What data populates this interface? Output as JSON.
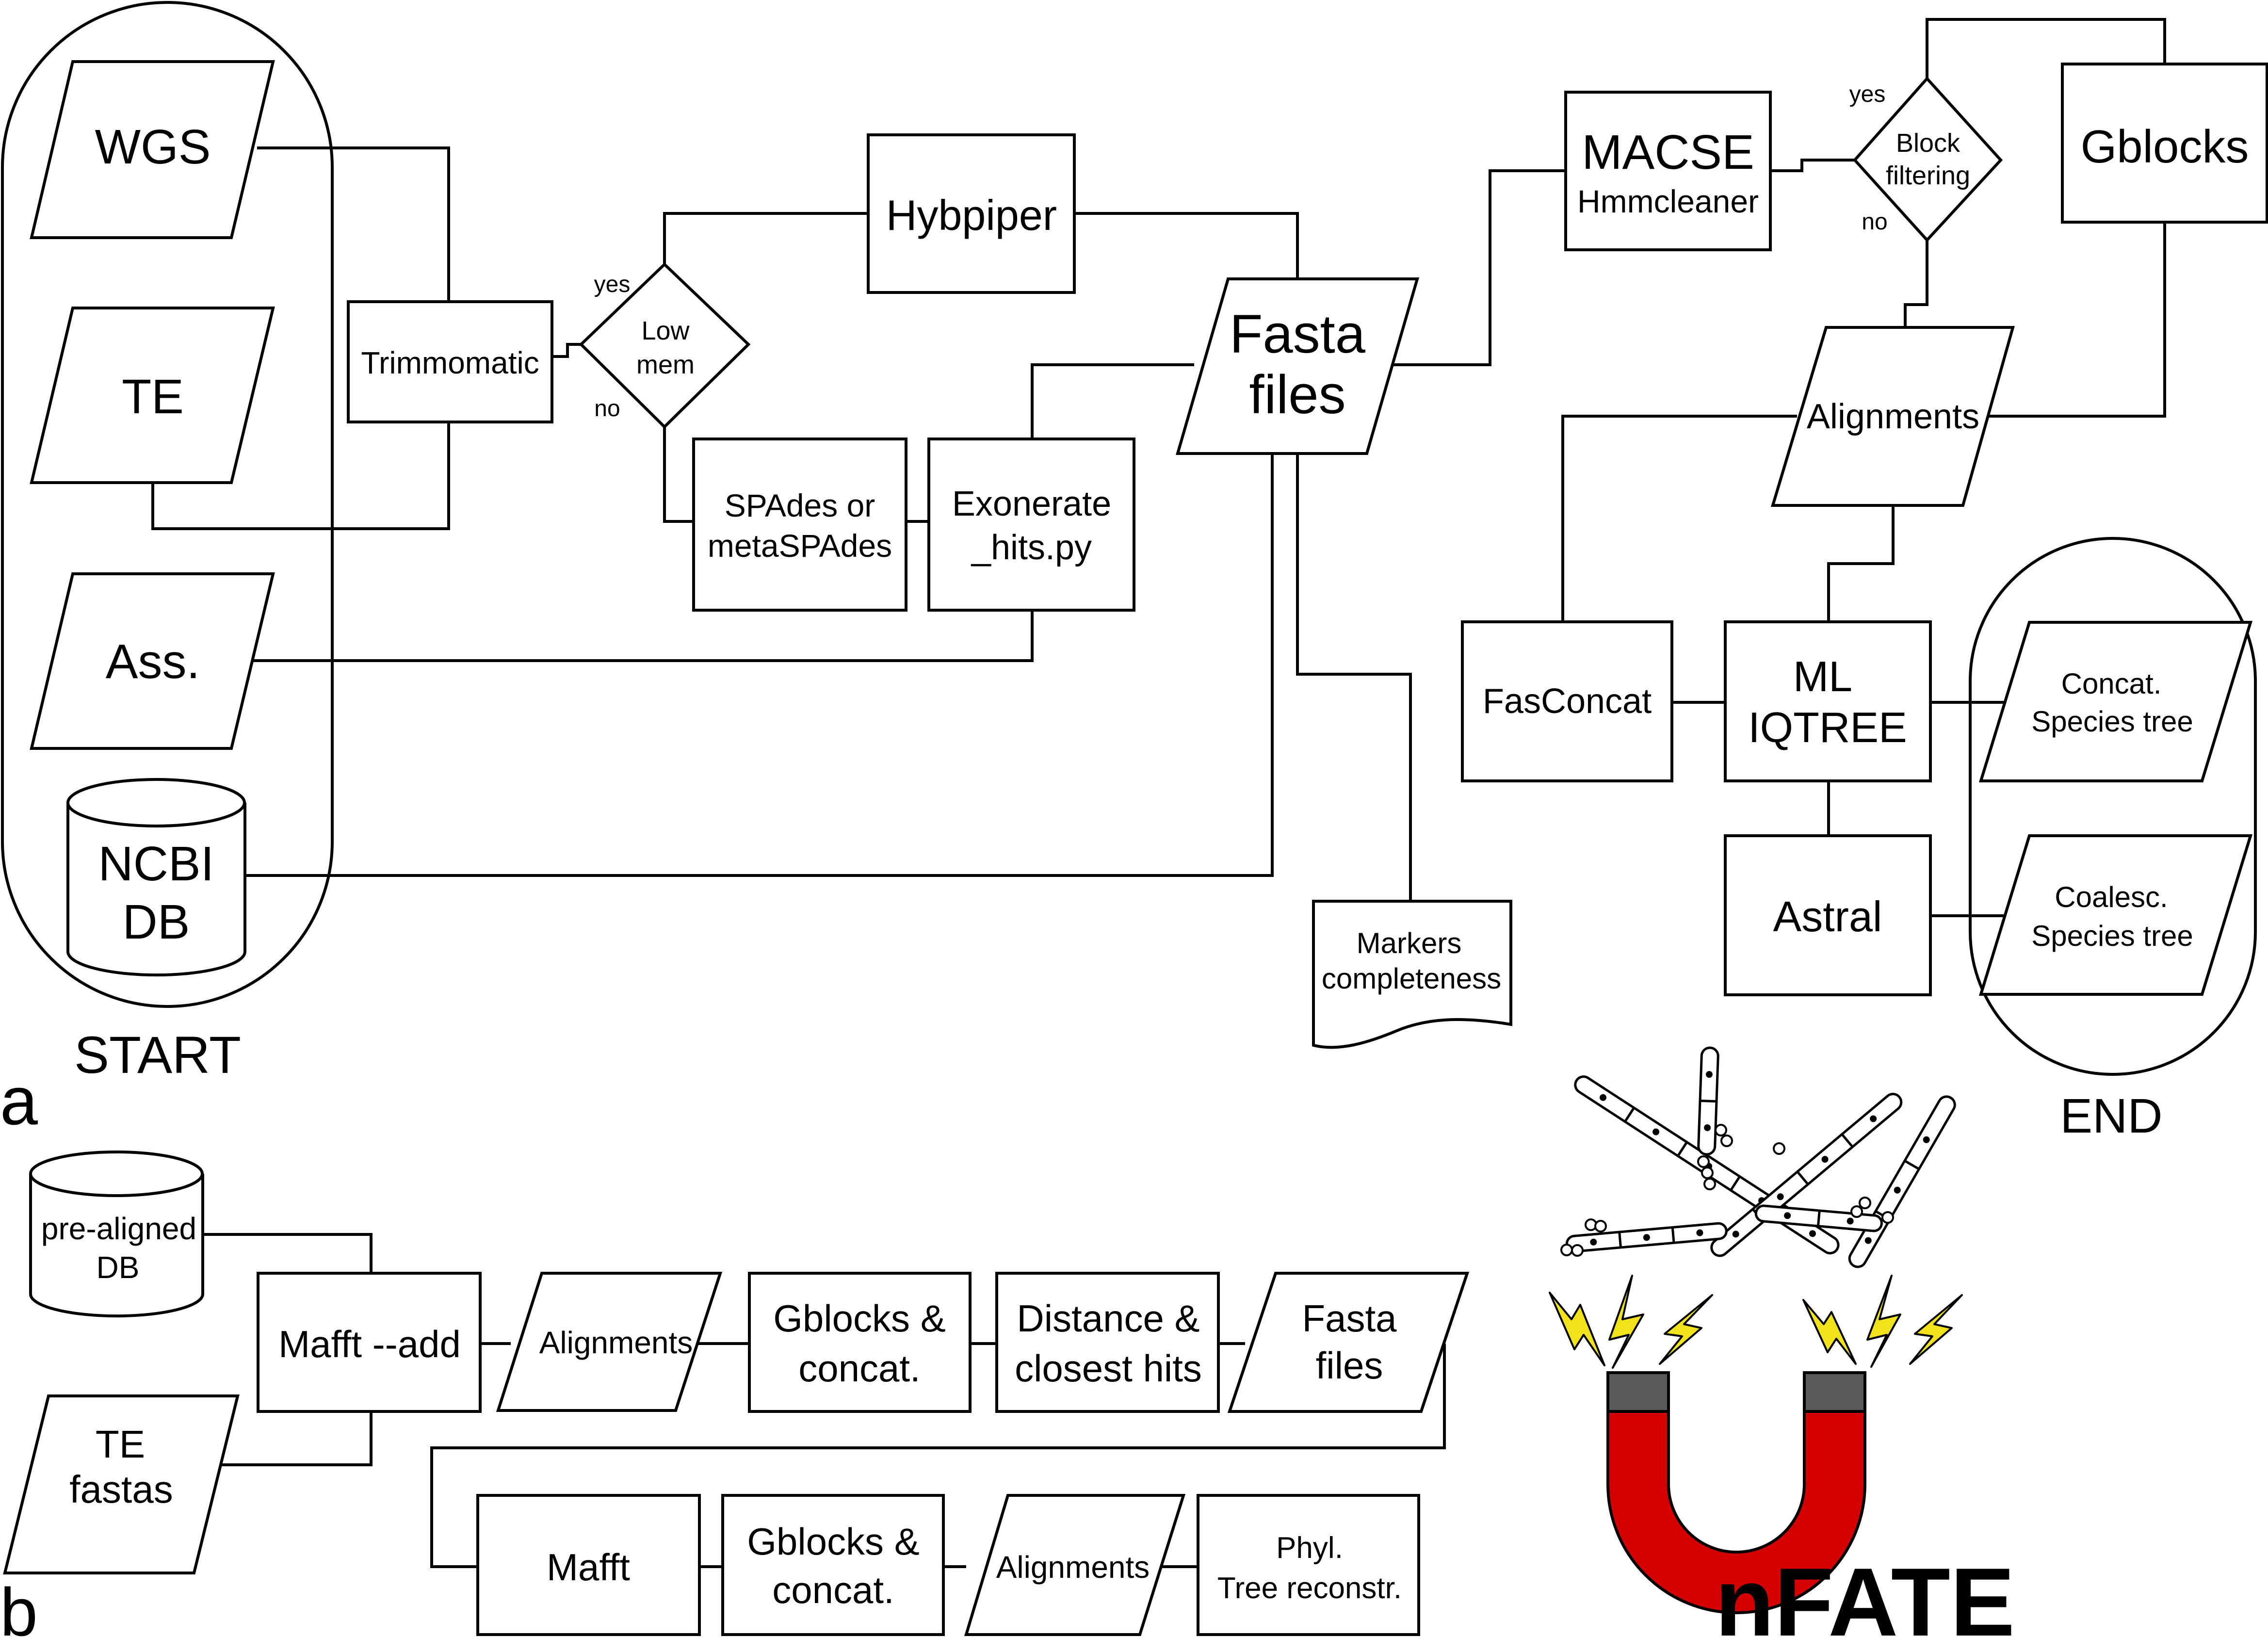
{
  "panel_a": {
    "label": "a",
    "start_label": "START",
    "end_label": "END",
    "inputs": {
      "wgs": "WGS",
      "te": "TE",
      "ass": "Ass.",
      "ncbi_db": [
        "NCBI",
        "DB"
      ]
    },
    "trimmomatic": "Trimmomatic",
    "low_mem": [
      "Low",
      "mem"
    ],
    "low_mem_yes": "yes",
    "low_mem_no": "no",
    "hybpiper": "Hybpiper",
    "spades": [
      "SPAdes or",
      "metaSPAdes"
    ],
    "exonerate": [
      "Exonerate",
      "_hits.py"
    ],
    "fasta_files": [
      "Fasta",
      "files"
    ],
    "markers_completeness": [
      "Markers",
      "completeness"
    ],
    "macse": [
      "MACSE",
      "Hmmcleaner"
    ],
    "block_filtering": [
      "Block",
      "filtering"
    ],
    "block_yes": "yes",
    "block_no": "no",
    "gblocks": "Gblocks",
    "alignments": "Alignments",
    "fasconcat": "FasConcat",
    "ml_iqtree": [
      "ML",
      "IQTREE"
    ],
    "astral": "Astral",
    "concat_tree": [
      "Concat.",
      "Species tree"
    ],
    "coalesc_tree": [
      "Coalesc.",
      "Species tree"
    ]
  },
  "panel_b": {
    "label": "b",
    "prealigned_db": [
      "pre-aligned",
      "DB"
    ],
    "te_fastas": [
      "TE",
      "fastas"
    ],
    "mafft_add": "Mafft --add",
    "alignments_1": "Alignments",
    "gblocks_concat_1": [
      "Gblocks &",
      "concat."
    ],
    "distance_hits": [
      "Distance &",
      "closest hits"
    ],
    "fasta_files": [
      "Fasta",
      "files"
    ],
    "mafft": "Mafft",
    "gblocks_concat_2": [
      "Gblocks &",
      "concat."
    ],
    "alignments_2": "Alignments",
    "phyl_tree": [
      "Phyl.",
      "Tree reconstr."
    ]
  },
  "logo": {
    "text": "nFATE",
    "magnet_color": "#d40000",
    "pole_color": "#5a5a5a",
    "bolt_color": "#f2e21b"
  }
}
